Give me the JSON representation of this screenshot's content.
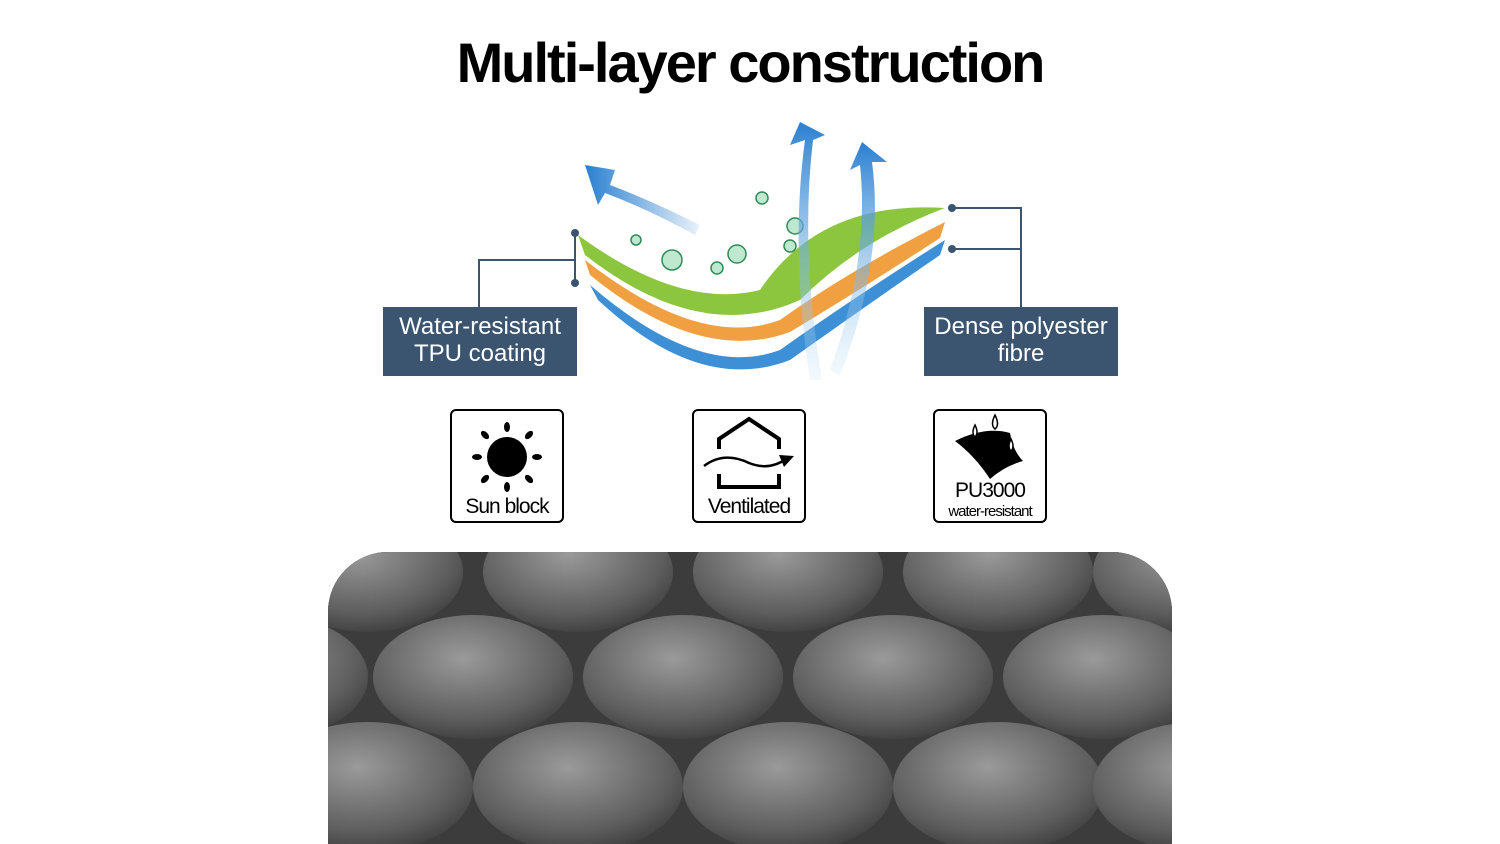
{
  "title": "Multi-layer construction",
  "labels": {
    "left": [
      "Water-resistant",
      "TPU coating"
    ],
    "right": [
      "Dense polyester",
      "fibre"
    ]
  },
  "features": [
    {
      "icon": "sun-icon",
      "label": "Sun block"
    },
    {
      "icon": "ventilated-house-icon",
      "label": "Ventilated"
    },
    {
      "icon": "water-drops-fabric-icon",
      "label": "PU3000",
      "sublabel": "water-resistant"
    }
  ],
  "colors": {
    "label_bg": "#3b5470",
    "green": "#8cc63f",
    "orange": "#f0a040",
    "blue": "#3d8fd6"
  }
}
